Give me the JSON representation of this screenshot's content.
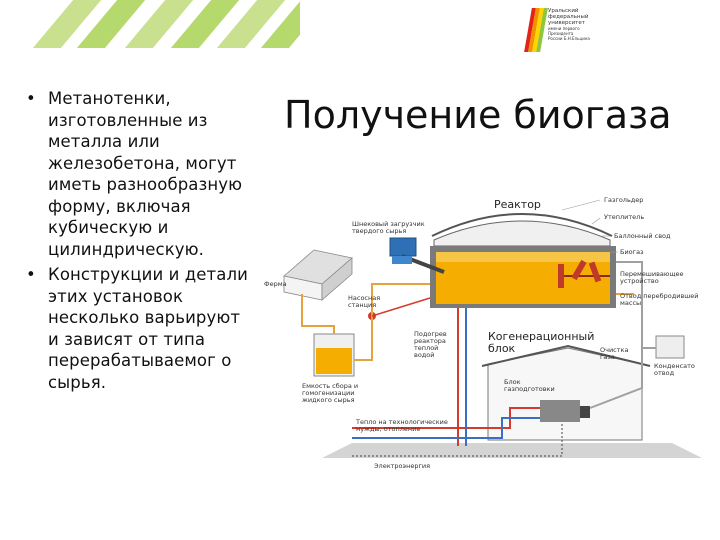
{
  "slide": {
    "title": "Получение биогаза",
    "bullets": [
      "Метанотенки, изготовленные из металла или железобетона, могут иметь разнообразную форму, включая кубическую и цилиндрическую.",
      "Конструкции и детали этих установок несколько варьируют и зависят от типа перерабатываемог о сырья."
    ],
    "bullet_char": "•"
  },
  "logo": {
    "lines": [
      "Уральский",
      "федеральный",
      "университет",
      "имени первого Президента",
      "России Б.Н.Ельцина"
    ],
    "colors": [
      "#e2231a",
      "#f39200",
      "#ffd500",
      "#8dc63f",
      "#2ca44a"
    ]
  },
  "stripes": {
    "colors": [
      "#8dc63f",
      "#b6d96e",
      "#c9e08e"
    ]
  },
  "diagram": {
    "reactor": "Реактор",
    "cogeneration": "Когенерационный\nблок",
    "labels": {
      "gasholder": "Газгольдер",
      "insulation": "Утеплитель",
      "roof": "Баллонный свод",
      "biogas": "Биогаз",
      "mixer": "Перемешивающее\nустройство",
      "output": "Отвод перебродившей\nмассы",
      "screw": "Шнековый загрузчик\nтвердого сырья",
      "farm": "Ферма",
      "pump": "Насосная\nстанция",
      "heating": "Подогрев\nреактора\nтеплой\nводой",
      "tank": "Емкость сбора и\nгомогенизации\nжидкого сырья",
      "condensate": "Конденсато\nотвод",
      "gas_cleaning": "Очистка\nгаза",
      "gas_unit": "Блок\nгазподготовки",
      "heat_supply": "Тепло на технологические\nнужды, отопление",
      "electricity": "Электроэнергия"
    },
    "colors": {
      "slurry": "#f5a800",
      "slurry_dark": "#c47d00",
      "wall": "#6b6b6b",
      "red_pipe": "#d63a2a",
      "blue_pipe": "#3b6fc4",
      "gray_pipe": "#9a9a9a",
      "ground": "#c8c8c8"
    }
  }
}
